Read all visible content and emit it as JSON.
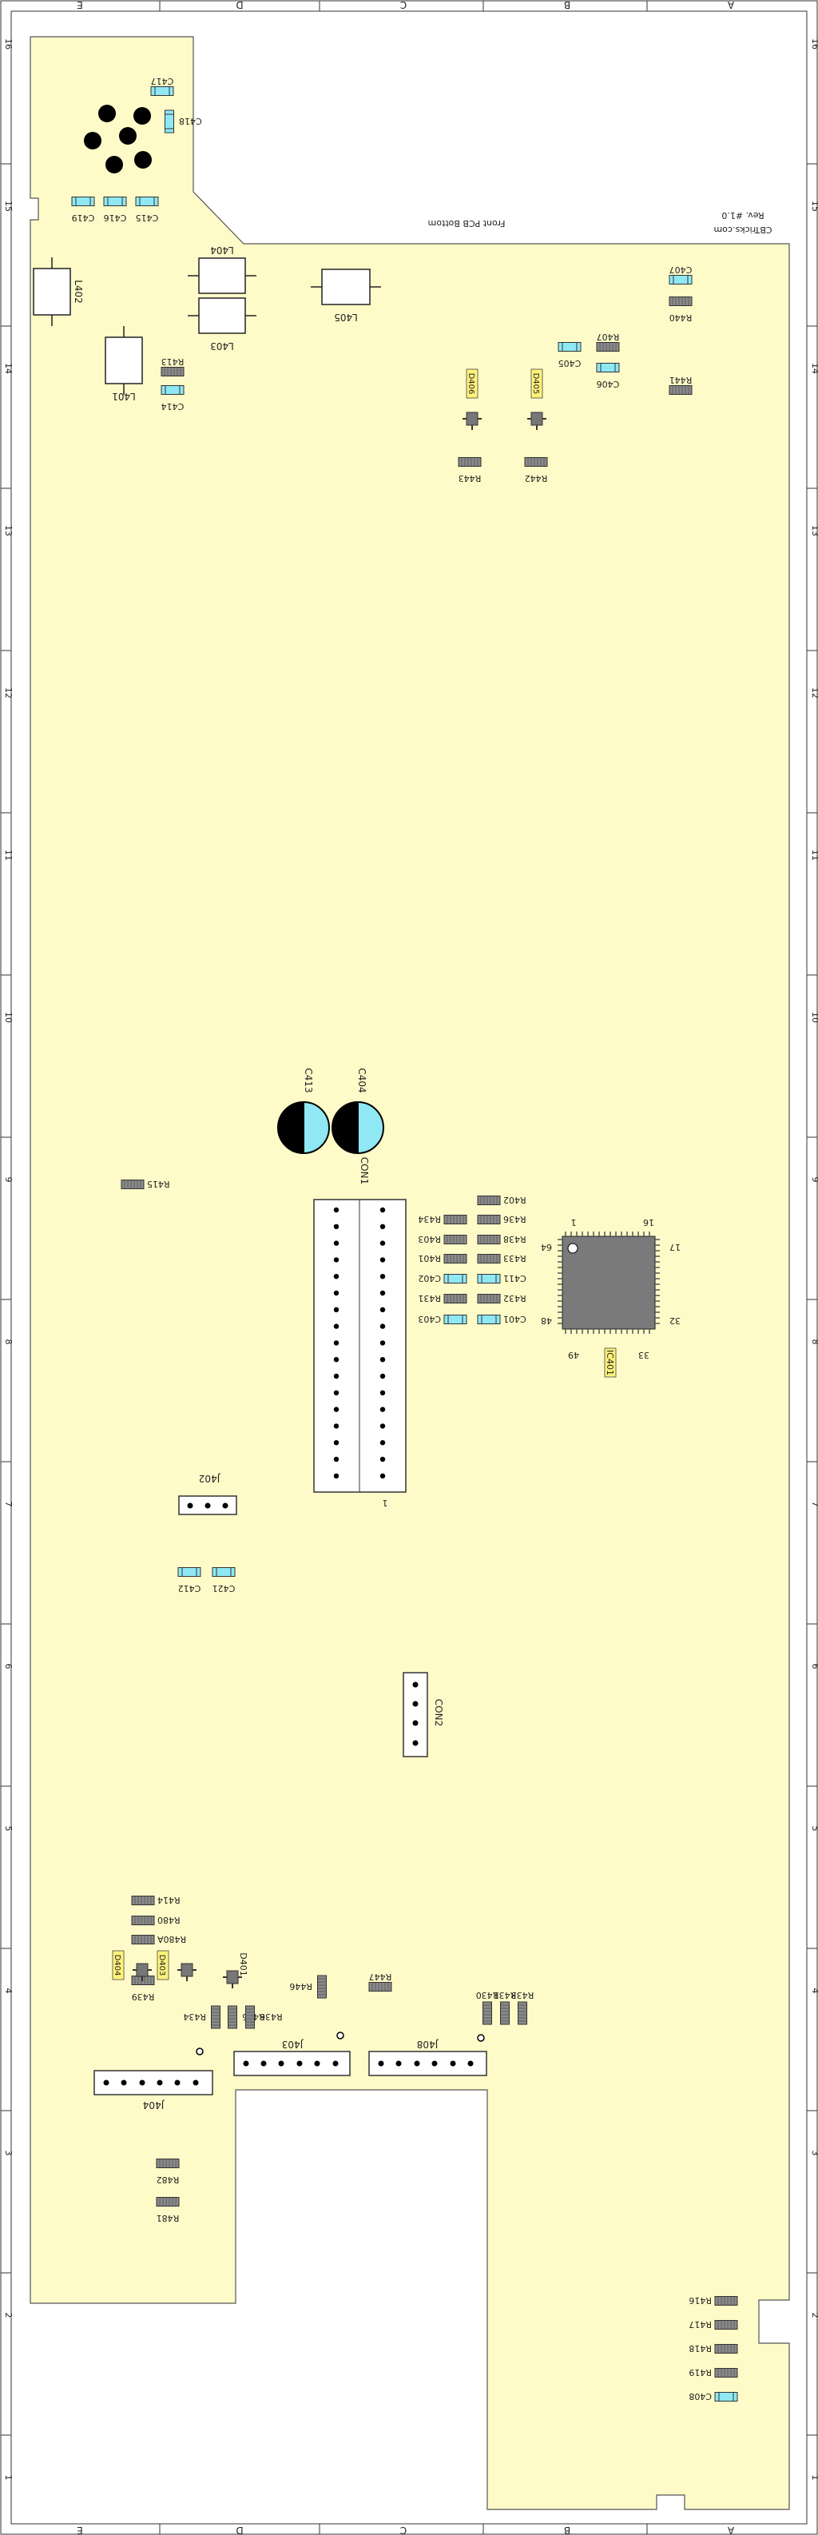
{
  "title": {
    "front_label": "Front PCB Bottom",
    "rev": "Rev. #1.0",
    "site": "CBTricks.com"
  },
  "grid": {
    "columns": [
      "E",
      "D",
      "C",
      "B",
      "A"
    ],
    "rows": [
      "16",
      "15",
      "14",
      "13",
      "12",
      "11",
      "10",
      "9",
      "8",
      "7",
      "6",
      "5",
      "4",
      "3",
      "2",
      "1"
    ]
  },
  "colors": {
    "board": "#fffbc8",
    "smd_resistor": "#8a8a8a",
    "smd_capacitor": "#8fe8f4",
    "ic_body": "#7a7a7a",
    "diode_highlight": "#fff27a",
    "electrolytic": "#8fe8f4"
  },
  "components": {
    "top_caps": [
      "C417",
      "C418",
      "C419",
      "C416",
      "C415"
    ],
    "inductors": [
      "L404",
      "L402",
      "L403",
      "L401",
      "L405"
    ],
    "top_right": [
      "C407",
      "R440",
      "C405",
      "R407",
      "C406",
      "R441",
      "R413",
      "C414"
    ],
    "diodes_top": [
      "D406",
      "D405"
    ],
    "res_top": [
      "R443",
      "R442"
    ],
    "electrolytics": [
      "C413",
      "C404"
    ],
    "connector_main": "CON1",
    "connector_pin1": "1",
    "r415": "R415",
    "left_col": [
      "R434",
      "R403",
      "R401",
      "C402",
      "R431",
      "C403"
    ],
    "right_col": [
      "R402",
      "R436",
      "R438",
      "R433",
      "C411",
      "R432",
      "C401"
    ],
    "ic": {
      "name": "IC401",
      "pins": [
        "1",
        "16",
        "17",
        "64",
        "48",
        "49",
        "33",
        "32"
      ]
    },
    "j402": "J402",
    "caps_mid": [
      "C412",
      "C421"
    ],
    "con2": "CON2",
    "bottom_left": [
      "R414",
      "R480",
      "R480A",
      "D401",
      "D404",
      "D403",
      "R439",
      "R434",
      "R435",
      "R436",
      "R446",
      "R447",
      "R430",
      "R431",
      "R433"
    ],
    "headers": [
      "J404",
      "J403",
      "J408"
    ],
    "bottom_res": [
      "R482",
      "R481"
    ],
    "bottom_right": [
      "R416",
      "R417",
      "R418",
      "R419",
      "C408"
    ]
  }
}
